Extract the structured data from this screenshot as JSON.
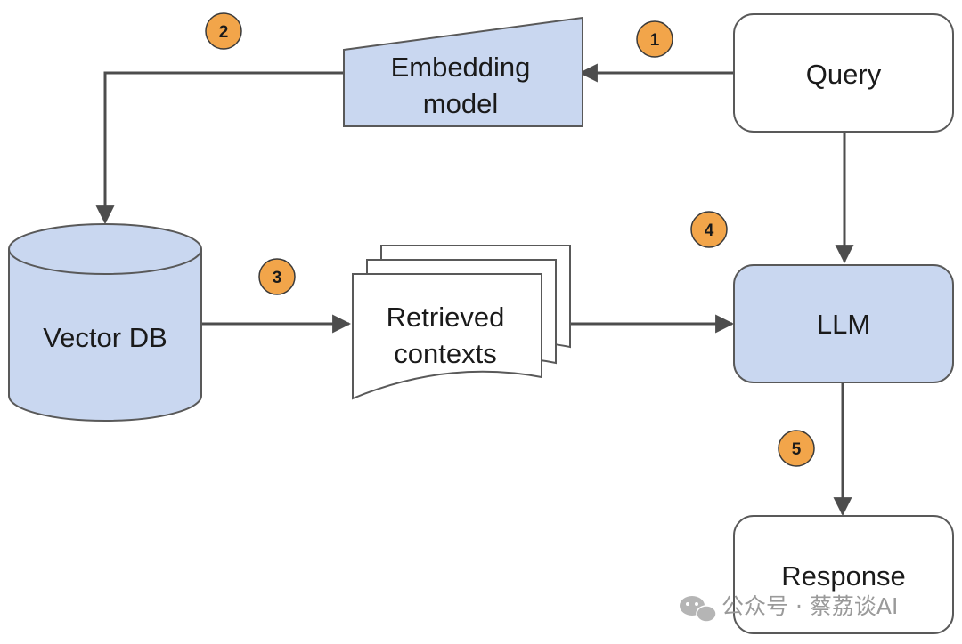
{
  "nodes": {
    "query": {
      "label": "Query"
    },
    "embedding_model": {
      "label_line1": "Embedding",
      "label_line2": "model"
    },
    "vector_db": {
      "label": "Vector DB"
    },
    "retrieved_contexts": {
      "label_line1": "Retrieved",
      "label_line2": "contexts"
    },
    "llm": {
      "label": "LLM"
    },
    "response": {
      "label": "Response"
    }
  },
  "steps": [
    "1",
    "2",
    "3",
    "4",
    "5"
  ],
  "watermark": {
    "text": "公众号 · 蔡荔谈AI"
  },
  "colors": {
    "node_fill_accent": "#c9d7f0",
    "node_fill_plain": "#ffffff",
    "stroke": "#595959",
    "arrow": "#4d4d4d",
    "badge_fill": "#f2a54a",
    "badge_stroke": "#3a3a3a"
  }
}
